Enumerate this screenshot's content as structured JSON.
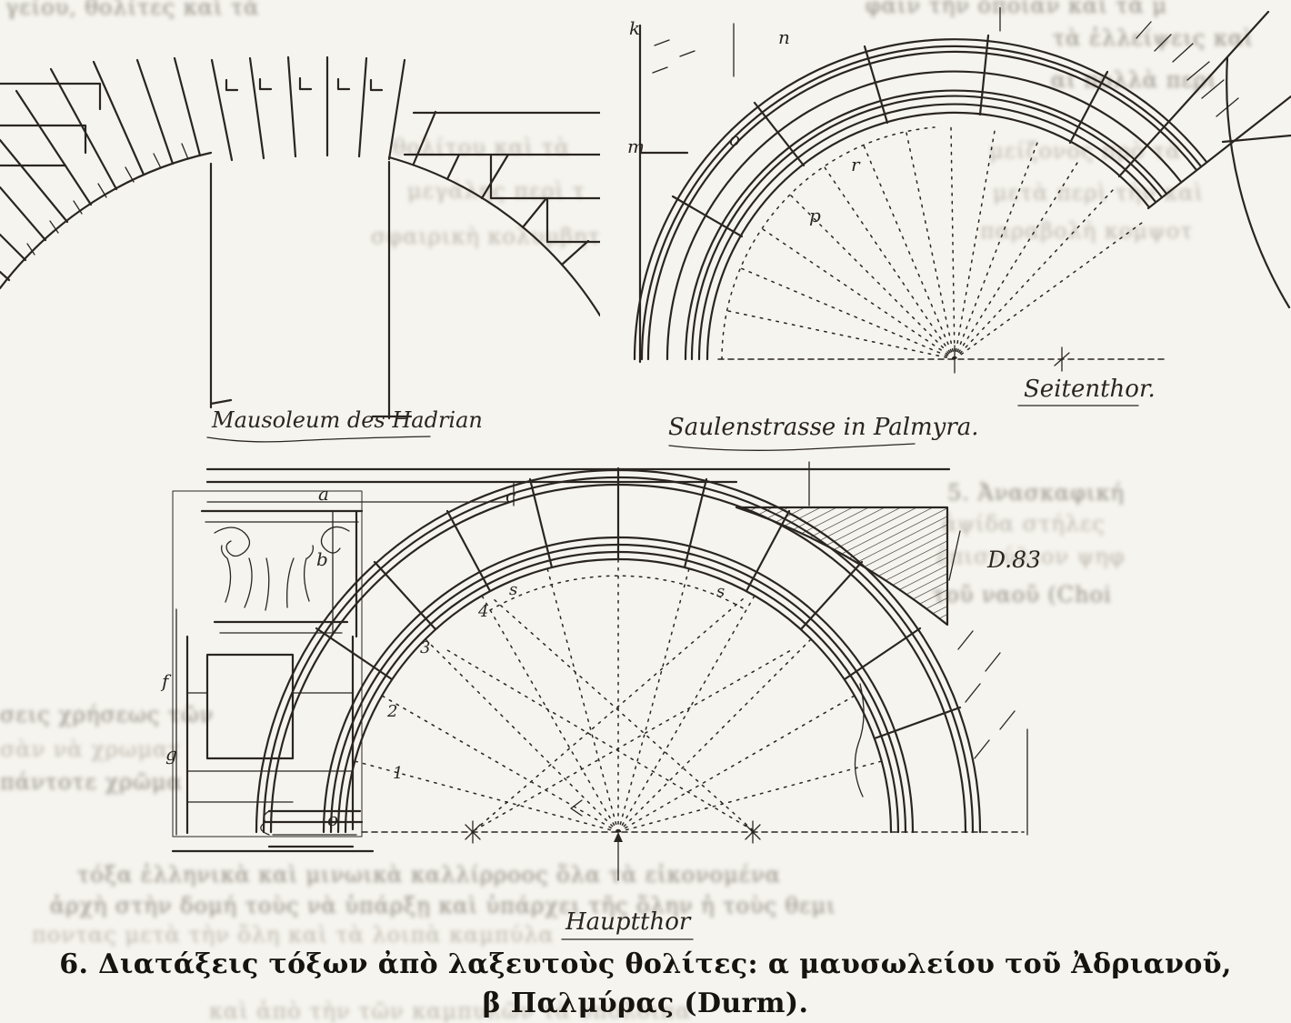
{
  "page": {
    "bg": "#f6f4ee",
    "ink": "#2a2520"
  },
  "figures": {
    "hadrian": {
      "caption": "Mausoleum des Hadrian"
    },
    "palmyra": {
      "caption": "Saulenstrasse in Palmyra.",
      "side_caption": "Seitenthor.",
      "labels": {
        "k": "k",
        "m": "m",
        "n": "n",
        "o": "o",
        "r": "r",
        "p": "p"
      }
    },
    "hauptthor": {
      "caption": "Hauptthor",
      "plate_note": "D.83",
      "labels": {
        "a": "a",
        "b": "b",
        "c": "c",
        "f": "f",
        "g": "g",
        "o": "o"
      },
      "voussoir_numbers": {
        "n1": "1",
        "n2": "2",
        "n3": "3",
        "n4": "4",
        "s_left": "s",
        "s_right": "s"
      }
    }
  },
  "caption": {
    "line1": "6. Διατάξεις τόξων ἀπὸ λαξευτοὺς θολίτες: α μαυσωλείου τοῦ Ἀδριανοῦ,",
    "line2": "β Παλμύρας (Durm)."
  },
  "bleedthrough": {
    "tl": "γείου, θολίτες καὶ τὰ",
    "rt1": "φαιν τὴν ὁποίαν καὶ τὰ μ",
    "rt2": "τὰ ἐλλείψεις καὶ",
    "rt3": "αι πολλὰ περι",
    "m1": "θολίτου καὶ τὰ",
    "m2": "μεγάλης περὶ τ",
    "m3": "σφαιρικὴ κολυμβητ",
    "r4": "μείζονος πρὸ τὰ",
    "r5": "μετὰ περὶ τὴν καὶ",
    "r6": "παραβολὴ κομψοτ",
    "r7": "5. Ἀνασκαφική",
    "r8": "ἀψίδα στήλες",
    "r9": "ἐπιστύλιον ψηφ",
    "r10": "τοῦ ναοῦ (Choi",
    "l1": "σεις χρήσεως τῶν",
    "l2": "σὰν νὰ χρωματ",
    "l3": "πάντοτε χρῶμα",
    "b1": "τόξα ἐλληνικὰ καὶ μινωικὰ καλλίρροος ὅλα τὰ εἰκονομένα",
    "b2": "ἀρχὴ στὴν δομή τοὺς νὰ ὑπάρξῃ καὶ ὑπάρχει τῆς ὅλην ἡ τοὺς θεμι",
    "b3": "ποντας μετὰ τὴν ὅλη καὶ τὰ λοιπὰ καμπύλα",
    "b4": "καὶ ἀπὸ τὴν τῶν καμπυλῶν τὰ ὑπόλοιπα"
  }
}
